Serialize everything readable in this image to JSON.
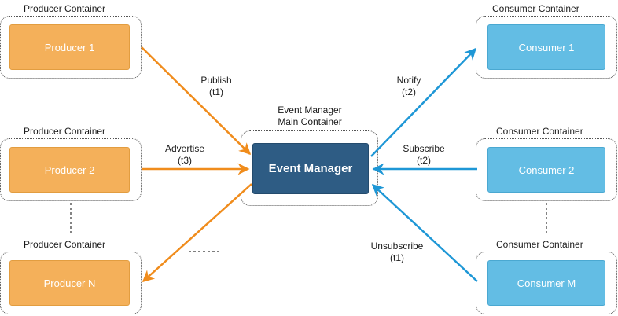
{
  "colors": {
    "producer": "#f4b05a",
    "consumer": "#63bde4",
    "manager": "#2e5c84",
    "producer_arrow": "#f08c1c",
    "consumer_arrow": "#1e97d6"
  },
  "containers": {
    "producer_top": "Producer Container",
    "producer_mid": "Producer Container",
    "producer_bottom": "Producer Container",
    "consumer_top": "Consumer Container",
    "consumer_mid": "Consumer Container",
    "consumer_bottom": "Consumer Container",
    "manager_line1": "Event Manager",
    "manager_line2": "Main Container"
  },
  "nodes": {
    "producer_1": "Producer 1",
    "producer_2": "Producer 2",
    "producer_n": "Producer N",
    "consumer_1": "Consumer 1",
    "consumer_2": "Consumer 2",
    "consumer_m": "Consumer M",
    "event_manager": "Event Manager"
  },
  "edges": {
    "publish": {
      "action": "Publish",
      "time": "(t1)"
    },
    "advertise": {
      "action": "Advertise",
      "time": "(t3)"
    },
    "notify": {
      "action": "Notify",
      "time": "(t2)"
    },
    "subscribe": {
      "action": "Subscribe",
      "time": "(t2)"
    },
    "unsubscribe": {
      "action": "Unsubscribe",
      "time": "(t1)"
    }
  }
}
